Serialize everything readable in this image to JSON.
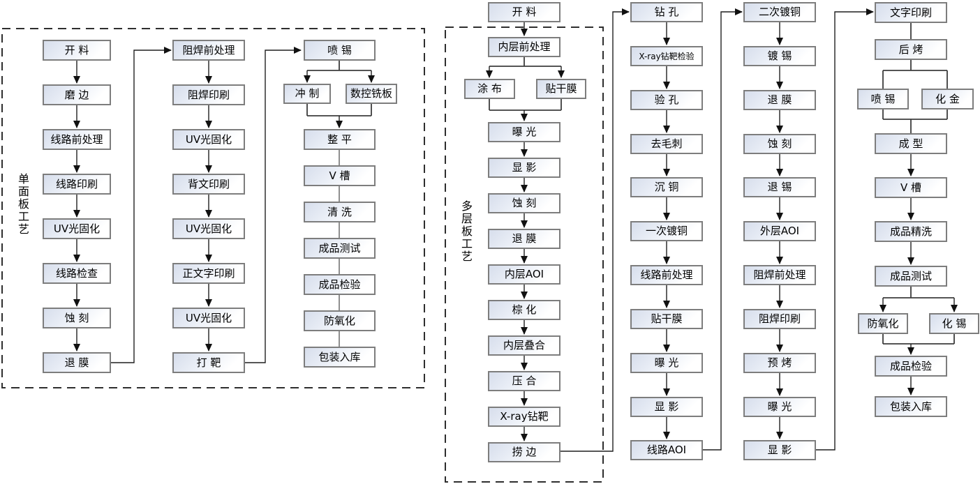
{
  "diagram_type": "pcb-process-flowchart",
  "sections": {
    "single": {
      "label": "单面板工艺"
    },
    "multi": {
      "label": "多层板工艺"
    }
  },
  "nodes": {
    "l1": [
      "开 料",
      "磨 边",
      "线路前处理",
      "线路印刷",
      "UV光固化",
      "线路检查",
      "蚀 刻",
      "退 膜"
    ],
    "l2": [
      "阻焊前处理",
      "阻焊印刷",
      "UV光固化",
      "背文印刷",
      "UV光固化",
      "正文字印刷",
      "UV光固化",
      "打 靶"
    ],
    "l3": [
      "喷 锡",
      "冲 制",
      "数控铣板",
      "整 平",
      "V 槽",
      "清 洗",
      "成品测试",
      "成品检验",
      "防氧化",
      "包装入库"
    ],
    "m1": [
      "开 料",
      "内层前处理",
      "涂 布",
      "贴干膜",
      "曝 光",
      "显 影",
      "蚀 刻",
      "退 膜",
      "内层AOI",
      "棕 化",
      "内层叠合",
      "压 合",
      "X-ray钻靶",
      "捞 边"
    ],
    "m2": [
      "钻 孔",
      "X-ray钻靶检验",
      "验 孔",
      "去毛刺",
      "沉 铜",
      "一次镀铜",
      "线路前处理",
      "贴干膜",
      "曝 光",
      "显 影",
      "线路AOI"
    ],
    "m3": [
      "二次镀铜",
      "镀 锡",
      "退 膜",
      "蚀 刻",
      "退 锡",
      "外层AOI",
      "阻焊前处理",
      "阻焊印刷",
      "预 烤",
      "曝 光",
      "显 影"
    ],
    "m4": [
      "文字印刷",
      "后 烤",
      "喷 锡",
      "化 金",
      "成 型",
      "V 槽",
      "成品精洗",
      "成品测试",
      "防氧化",
      "化 锡",
      "成品检验",
      "包装入库"
    ]
  },
  "colors": {
    "box_border": "#7d7d7d",
    "box_fill_top": "#d7deec",
    "arrow": "#1f1f1f",
    "dashed_border": "#2e2e2e"
  }
}
